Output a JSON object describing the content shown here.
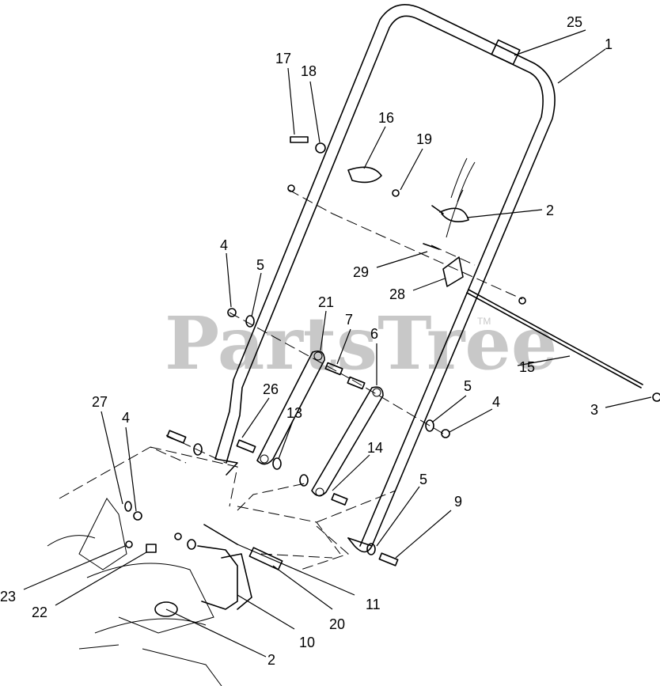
{
  "watermark": {
    "text": "PartsTree",
    "trademark": "TM"
  },
  "callouts": {
    "c1": "1",
    "c2a": "2",
    "c2b": "2",
    "c3": "3",
    "c4a": "4",
    "c4b": "4",
    "c4c": "4",
    "c5a": "5",
    "c5b": "5",
    "c5c": "5",
    "c6": "6",
    "c7": "7",
    "c9": "9",
    "c10": "10",
    "c11": "11",
    "c13": "13",
    "c14": "14",
    "c15": "15",
    "c16": "16",
    "c17": "17",
    "c18": "18",
    "c19": "19",
    "c20": "20",
    "c21": "21",
    "c22": "22",
    "c23": "23",
    "c25": "25",
    "c26": "26",
    "c27": "27",
    "c28": "28",
    "c29": "29"
  }
}
